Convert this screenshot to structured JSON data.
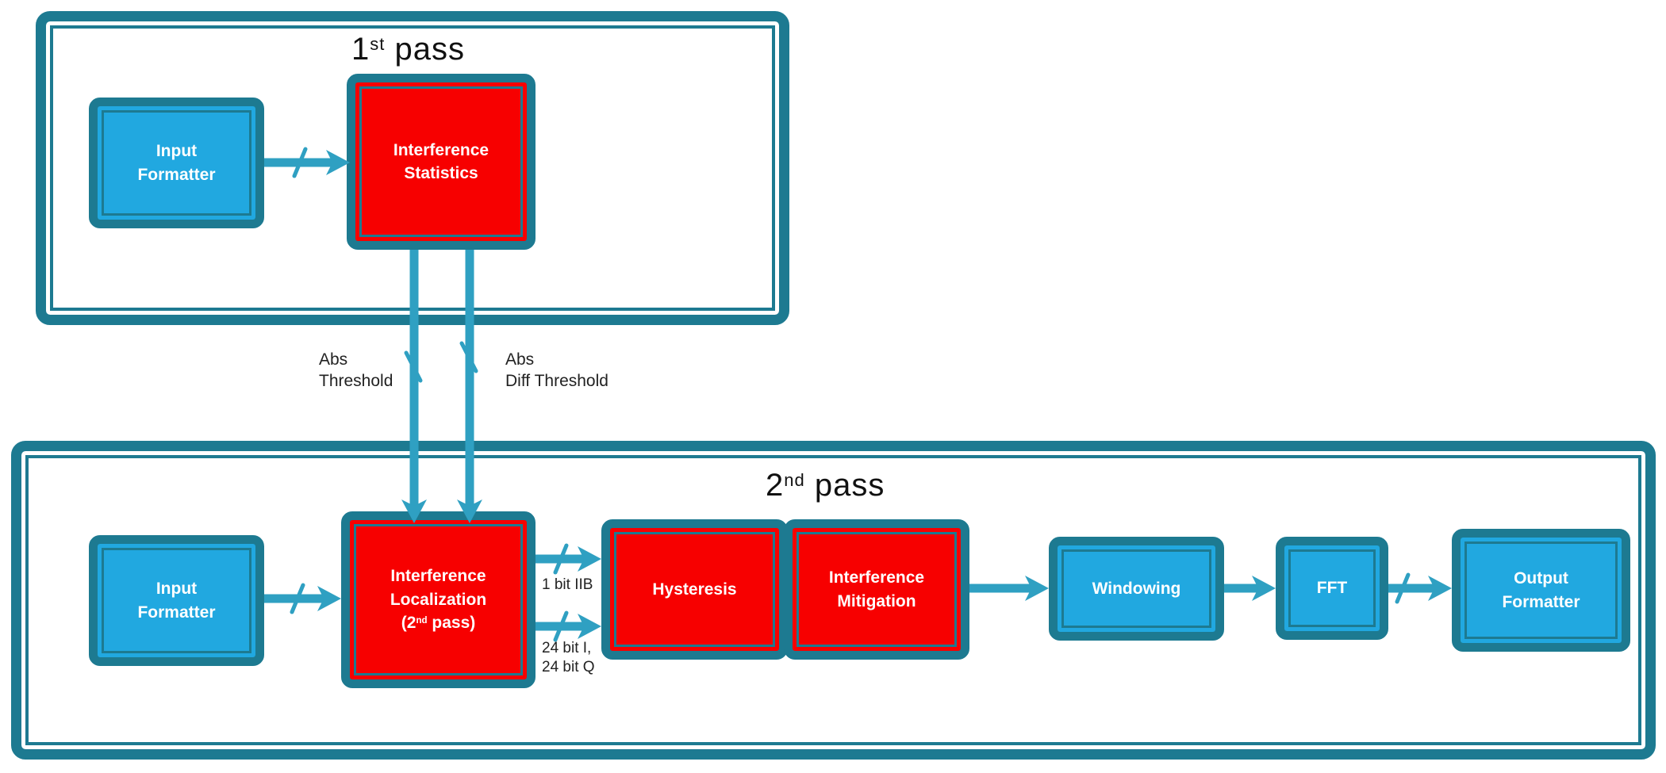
{
  "colors": {
    "teal_border": "#1d7a91",
    "arrow": "#2fa0c2",
    "blue_fill": "#21a8e0",
    "red_fill": "#f70000",
    "title_text": "#111111",
    "label_text": "#222222",
    "box_text": "#ffffff",
    "background": "#ffffff"
  },
  "pass1": {
    "title": {
      "num": "1",
      "sup": "st",
      "word": " pass"
    },
    "input_formatter": {
      "line1": "Input",
      "line2": "Formatter"
    },
    "interference_statistics": {
      "line1": "Interference",
      "line2": "Statistics"
    }
  },
  "pass2": {
    "title": {
      "num": "2",
      "sup": "nd",
      "word": " pass"
    },
    "input_formatter": {
      "line1": "Input",
      "line2": "Formatter"
    },
    "interference_localization": {
      "line1": "Interference",
      "line2": "Localization",
      "line3_open": "(2",
      "line3_sup": "nd",
      "line3_close": " pass)"
    },
    "hysteresis": {
      "label": "Hysteresis"
    },
    "interference_mitigation": {
      "line1": "Interference",
      "line2": "Mitigation"
    },
    "windowing": {
      "label": "Windowing"
    },
    "fft": {
      "label": "FFT"
    },
    "output_formatter": {
      "line1": "Output",
      "line2": "Formatter"
    }
  },
  "signal_labels": {
    "abs_threshold": {
      "line1": "Abs",
      "line2": "Threshold"
    },
    "abs_diff_threshold": {
      "line1": "Abs",
      "line2": "Diff Threshold"
    },
    "one_bit_iib": "1 bit IIB",
    "iq_bits": {
      "line1": "24 bit I,",
      "line2": "24 bit Q"
    }
  }
}
